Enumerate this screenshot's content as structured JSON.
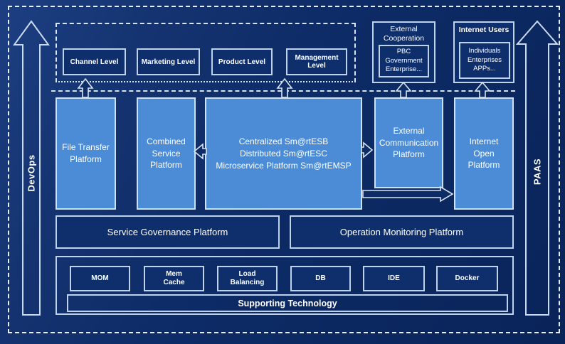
{
  "colors": {
    "background": "#0d2b66",
    "light_box": "#4c8cd6",
    "dark_box": "#0e2e6c",
    "border": "#cfe0f2",
    "text": "#ffffff"
  },
  "rails": {
    "left": "DevOps",
    "right": "PAAS"
  },
  "upper": {
    "levels": [
      "Channel Level",
      "Marketing Level",
      "Product Level",
      "Management Level"
    ],
    "external_cooperation": {
      "title": "External Cooperation",
      "members": "PBC Government\nEnterprise..."
    },
    "internet_users": {
      "title": "Internet Users",
      "members": "Individuals\nEnterprises\nAPPs..."
    }
  },
  "platforms": {
    "file_transfer": "File Transfer Platform",
    "combined_service": "Combined Service Platform",
    "central_esb": "Centralized Sm@rtESB\nDistributed Sm@rtESC\nMicroservice Platform Sm@rtEMSP",
    "external_communication": "External Communication Platform",
    "internet_open": "Internet Open Platform"
  },
  "governance": {
    "service": "Service Governance Platform",
    "operation": "Operation Monitoring Platform"
  },
  "supporting": {
    "technologies": [
      "MOM",
      "Mem\nCache",
      "Load\nBalancing",
      "DB",
      "IDE",
      "Docker"
    ],
    "banner": "Supporting Technology"
  }
}
